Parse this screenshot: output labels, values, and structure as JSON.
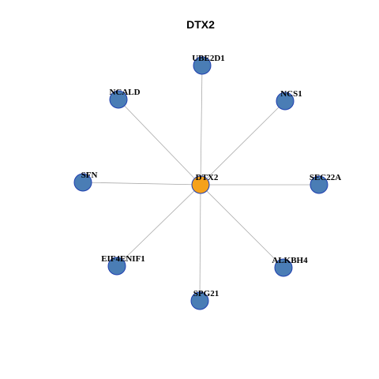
{
  "title": "DTX2",
  "colors": {
    "hub_fill": "#f5a11c",
    "node_fill": "#4a7db5",
    "node_stroke": "#1f3fb0",
    "edge": "#aaaaaa"
  },
  "graph": {
    "hub": "DTX2",
    "neighbors": [
      "UBE2D1",
      "NCS1",
      "SEC22A",
      "ALKBH4",
      "SPG21",
      "EIF4ENIF1",
      "SFN",
      "NCALD"
    ],
    "edges": [
      [
        "DTX2",
        "UBE2D1"
      ],
      [
        "DTX2",
        "NCS1"
      ],
      [
        "DTX2",
        "SEC22A"
      ],
      [
        "DTX2",
        "ALKBH4"
      ],
      [
        "DTX2",
        "SPG21"
      ],
      [
        "DTX2",
        "EIF4ENIF1"
      ],
      [
        "DTX2",
        "SFN"
      ],
      [
        "DTX2",
        "NCALD"
      ]
    ]
  }
}
